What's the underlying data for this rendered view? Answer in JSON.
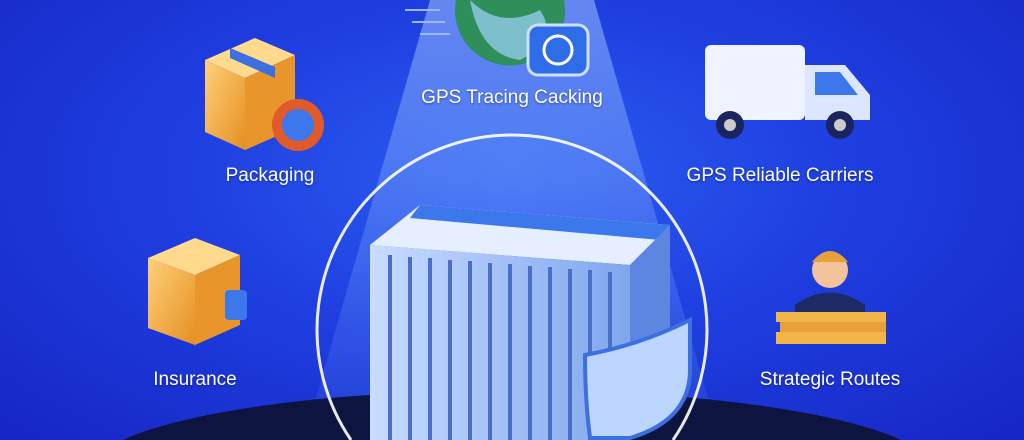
{
  "features": {
    "top": {
      "label": "GPS Tracing Cacking",
      "icon": "globe-gps-icon"
    },
    "packaging": {
      "label": "Packaging",
      "icon": "package-box-icon"
    },
    "carriers": {
      "label": "GPS Reliable Carriers",
      "icon": "delivery-truck-icon"
    },
    "insurance": {
      "label": "Insurance",
      "icon": "insured-box-icon"
    },
    "routes": {
      "label": "Strategic Routes",
      "icon": "businessman-documents-icon"
    }
  },
  "center": {
    "icon": "shipping-container-shield-icon"
  },
  "colors": {
    "background": "#1f3fe0",
    "accent": "#3a7bf5",
    "box": "#f2a93b"
  }
}
